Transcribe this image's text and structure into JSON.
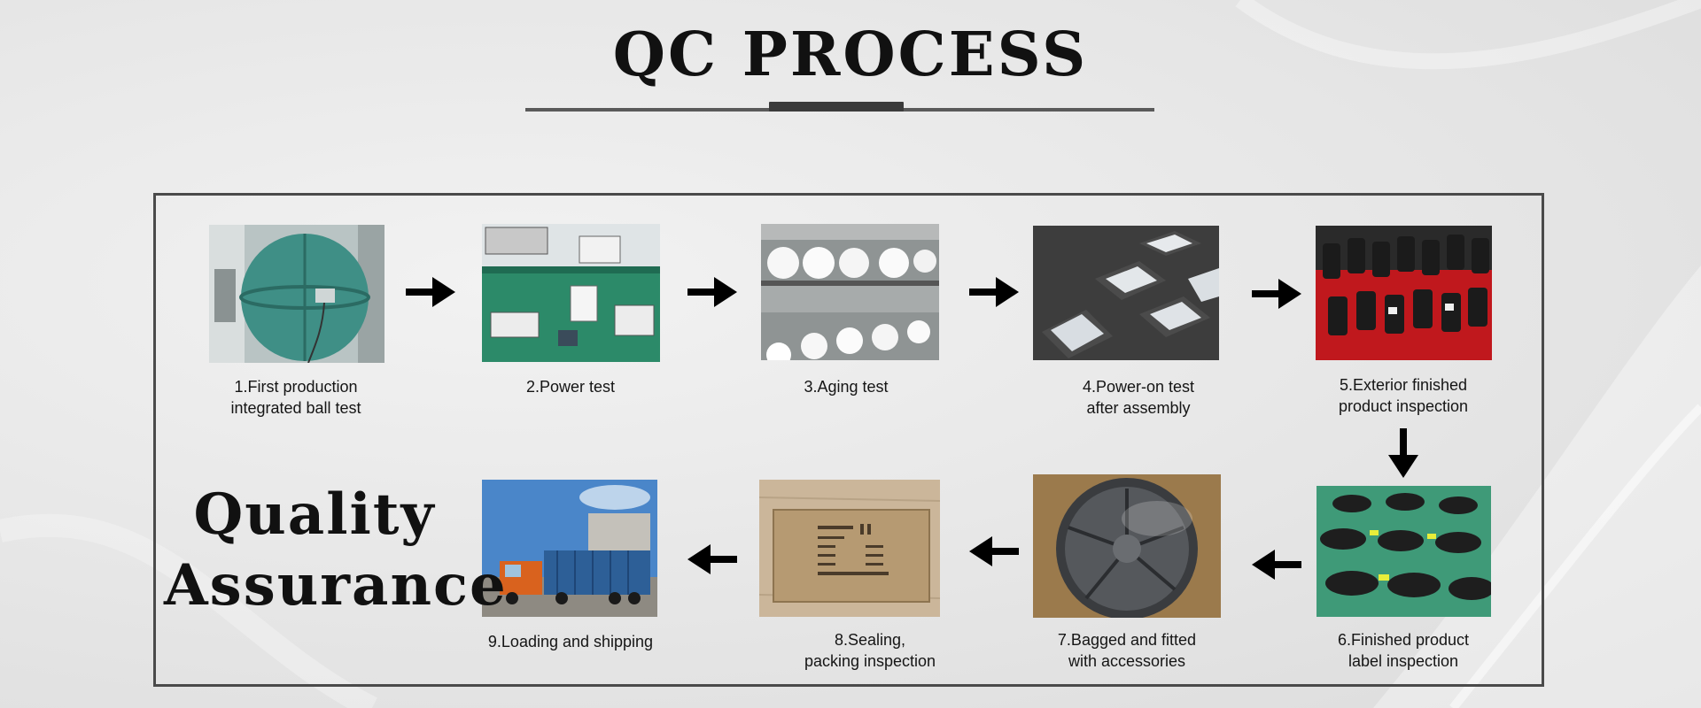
{
  "title": "QC PROCESS",
  "slogan": {
    "line1": "Quality",
    "line2": "Assurance"
  },
  "steps": [
    {
      "caption": "1.First production\nintegrated ball test",
      "icon": "integrating-sphere-photo"
    },
    {
      "caption": "2.Power test",
      "icon": "power-test-equipment-photo"
    },
    {
      "caption": "3.Aging test",
      "icon": "aging-test-rack-photo"
    },
    {
      "caption": "4.Power-on test\nafter assembly",
      "icon": "lit-panels-photo"
    },
    {
      "caption": "5.Exterior finished\nproduct inspection",
      "icon": "finished-products-photo"
    },
    {
      "caption": "6.Finished product\nlabel inspection",
      "icon": "label-inspection-photo"
    },
    {
      "caption": "7.Bagged and fitted\nwith accessories",
      "icon": "bagged-product-photo"
    },
    {
      "caption": "8.Sealing,\npacking inspection",
      "icon": "sealed-carton-photo"
    },
    {
      "caption": "9.Loading and shipping",
      "icon": "container-truck-photo"
    }
  ]
}
